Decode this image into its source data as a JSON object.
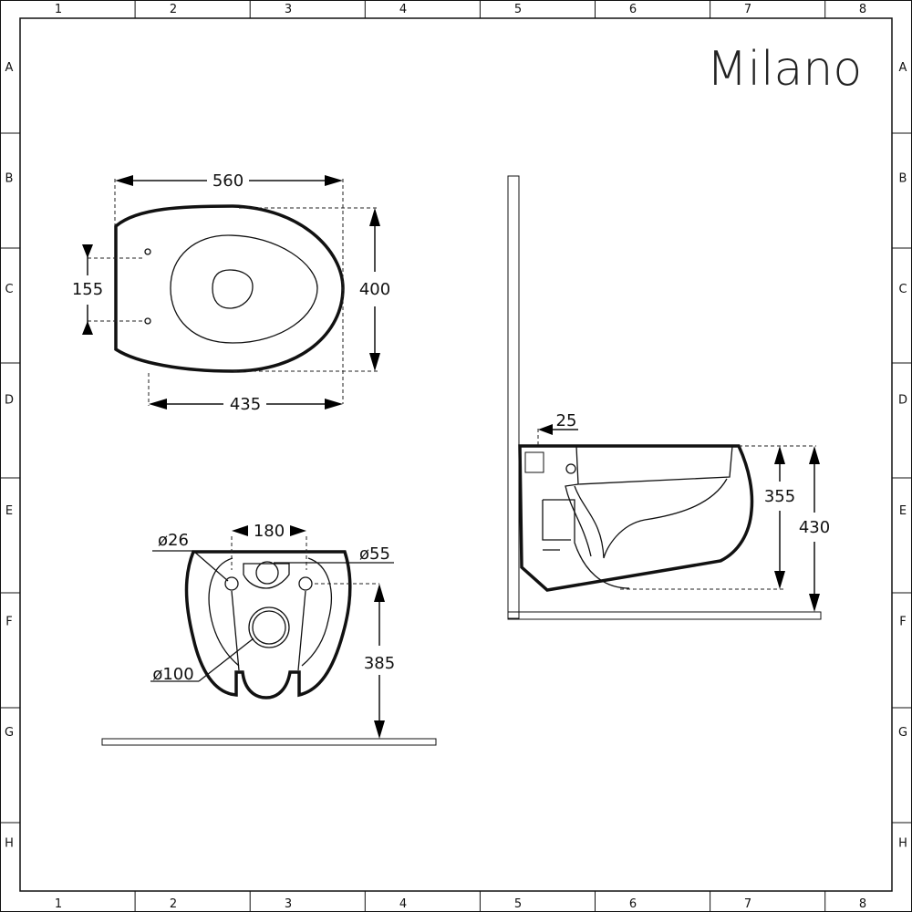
{
  "brand": "Milano",
  "grid": {
    "columns": [
      "1",
      "2",
      "3",
      "4",
      "5",
      "6",
      "7",
      "8"
    ],
    "rows": [
      "A",
      "B",
      "C",
      "D",
      "E",
      "F",
      "G",
      "H"
    ]
  },
  "top_view": {
    "width": "560",
    "depth": "400",
    "fixing_spacing": "155",
    "fixing_to_front": "435"
  },
  "rear_view": {
    "bolt_spacing": "180",
    "bolt_hole": "ø26",
    "inlet": "ø55",
    "outlet": "ø100",
    "bolt_height": "385"
  },
  "side_view": {
    "wall_gap": "25",
    "bowl_height": "355",
    "rim_height": "430"
  },
  "colors": {
    "line": "#111111",
    "background": "#ffffff"
  }
}
